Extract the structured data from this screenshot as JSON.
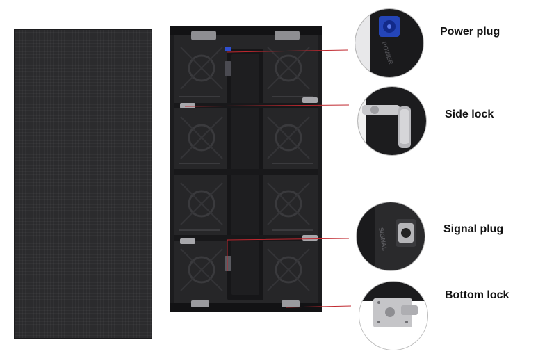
{
  "callouts": [
    {
      "label": "Power plug"
    },
    {
      "label": "Side lock"
    },
    {
      "label": "Signal plug"
    },
    {
      "label": "Bottom lock"
    }
  ],
  "insets": {
    "power_plug_text": "POWER",
    "signal_plug_text": "SIGNAL"
  },
  "colors": {
    "leader_line": "#c0282f",
    "panel_dark": "#2b2b2d",
    "label_text": "#111111"
  }
}
